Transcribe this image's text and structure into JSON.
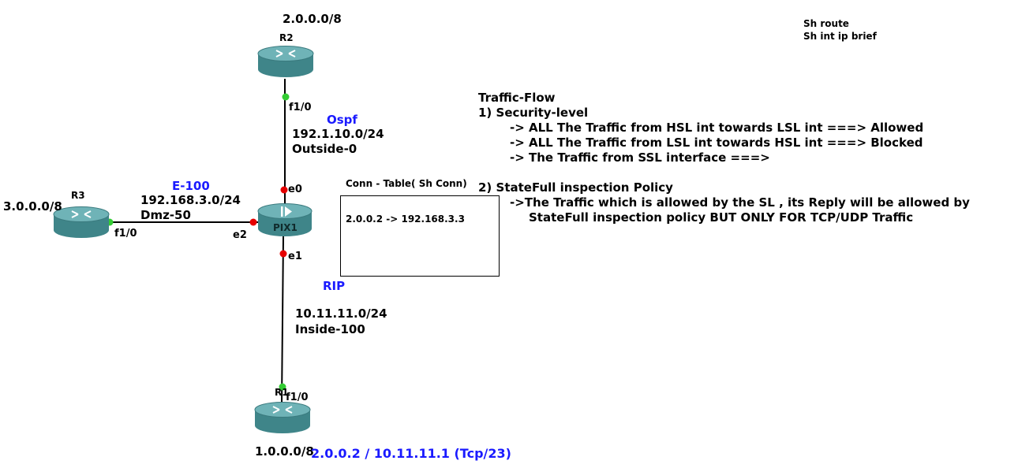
{
  "colors": {
    "label_blue": "#1a1aff",
    "link_up": "#33cc33",
    "link_down": "#e60000",
    "router_body": "#4a8f93"
  },
  "devices": {
    "r2": {
      "name": "R2",
      "network": "2.0.0.0/8",
      "icon": "router-icon"
    },
    "r3": {
      "name": "R3",
      "network": "3.0.0.0/8",
      "icon": "router-icon"
    },
    "r1": {
      "name": "R1",
      "network": "1.0.0.0/8",
      "icon": "router-icon"
    },
    "pix1": {
      "name": "PIX1",
      "icon": "firewall-icon"
    }
  },
  "interfaces": {
    "r2_f10": "f1/0",
    "r3_f10": "f1/0",
    "r1_f10": "f1/0",
    "pix_e0": "e0",
    "pix_e1": "e1",
    "pix_e2": "e2"
  },
  "links": {
    "outside": {
      "protocol": "Ospf",
      "subnet": "192.1.10.0/24",
      "zone": "Outside-0"
    },
    "dmz": {
      "protocol": "E-100",
      "subnet": "192.168.3.0/24",
      "zone": "Dmz-50"
    },
    "inside": {
      "protocol": "RIP",
      "subnet": "10.11.11.0/24",
      "zone": "Inside-100"
    }
  },
  "commands": [
    "Sh route",
    "Sh int ip brief"
  ],
  "conn_table": {
    "title": "Conn - Table( Sh Conn)",
    "entry": "2.0.0.2 -> 192.168.3.3"
  },
  "traffic_flow": {
    "title": "Traffic-Flow",
    "lines": [
      "1) Security-level",
      "-> ALL The Traffic from HSL int towards LSL int ===> Allowed",
      "-> ALL The Traffic from LSL int towards HSL int ===> Blocked",
      "-> The Traffic from SSL interface ===>",
      "2) StateFull inspection Policy",
      "->The Traffic which is allowed by the SL , its Reply will be allowed by",
      "StateFull inspection policy BUT ONLY FOR TCP/UDP Traffic"
    ]
  },
  "session": "2.0.0.2 / 10.11.11.1 (Tcp/23)"
}
